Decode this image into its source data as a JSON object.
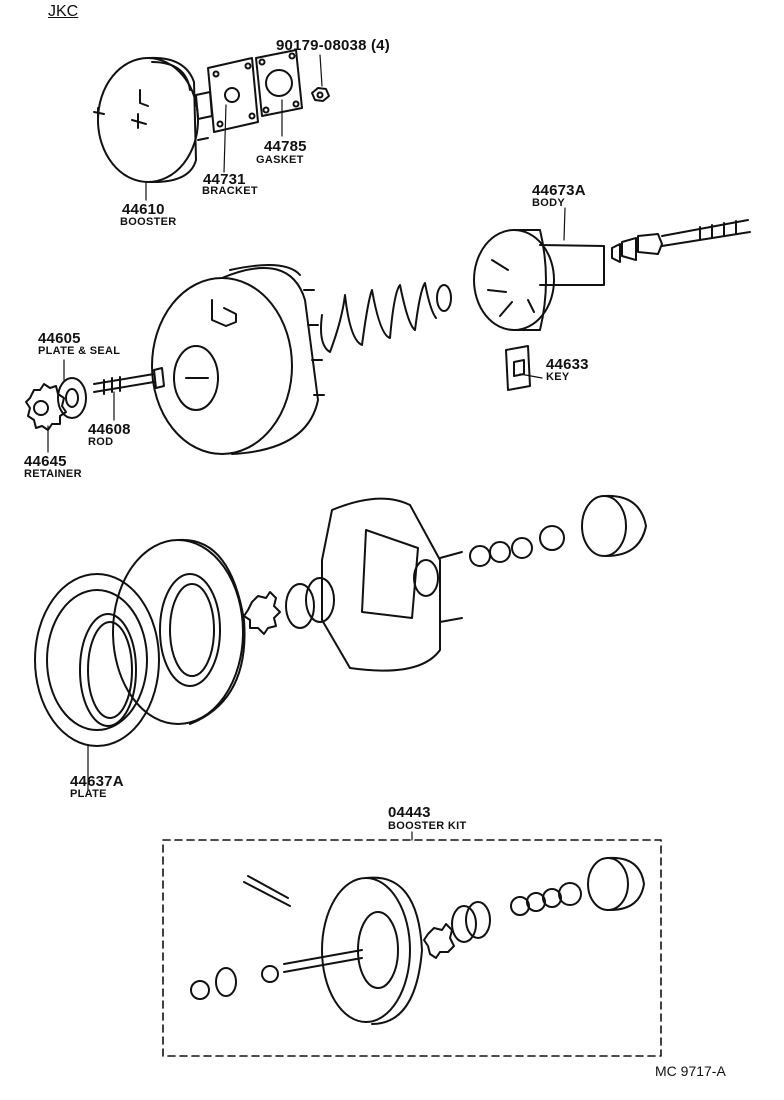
{
  "header": {
    "code": "JKC"
  },
  "parts": [
    {
      "id": "booster",
      "number": "44610",
      "name": "BOOSTER"
    },
    {
      "id": "bracket",
      "number": "44731",
      "name": "BRACKET"
    },
    {
      "id": "gasket",
      "number": "44785",
      "name": "GASKET"
    },
    {
      "id": "nut",
      "number": "90179-08038 (4)",
      "name": ""
    },
    {
      "id": "body",
      "number": "44673A",
      "name": "BODY"
    },
    {
      "id": "key",
      "number": "44633",
      "name": "KEY"
    },
    {
      "id": "plate-seal",
      "number": "44605",
      "name": "PLATE & SEAL"
    },
    {
      "id": "rod",
      "number": "44608",
      "name": "ROD"
    },
    {
      "id": "retainer",
      "number": "44645",
      "name": "RETAINER"
    },
    {
      "id": "plate",
      "number": "44637A",
      "name": "PLATE"
    },
    {
      "id": "kit",
      "number": "04443",
      "name": "BOOSTER KIT"
    }
  ],
  "footer": {
    "reference": "MC 9717-A"
  }
}
